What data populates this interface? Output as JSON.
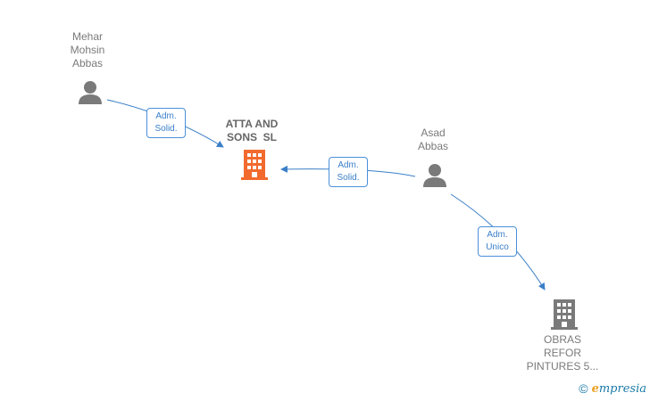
{
  "nodes": {
    "mehar": {
      "lines": [
        "Mehar",
        "Mohsin",
        "Abbas"
      ]
    },
    "atta": {
      "lines": [
        "ATTA AND",
        "SONS  SL"
      ]
    },
    "asad": {
      "lines": [
        "Asad",
        "Abbas"
      ]
    },
    "obras": {
      "lines": [
        "OBRAS",
        "REFOR",
        "PINTURES 5..."
      ]
    }
  },
  "edges": {
    "mehar_atta": {
      "lines": [
        "Adm.",
        "Solid."
      ]
    },
    "asad_atta": {
      "lines": [
        "Adm.",
        "Solid."
      ]
    },
    "asad_obras": {
      "lines": [
        "Adm.",
        "Unico"
      ]
    }
  },
  "footer": {
    "copyright": "©",
    "brand_initial": "e",
    "brand_rest": "mpresia"
  },
  "colors": {
    "edge": "#3a7fc8",
    "person": "#7a7a7a",
    "company_main": "#f26a2e",
    "company": "#7a7a7a"
  },
  "icons": {
    "person": "person-icon",
    "company": "building-icon"
  }
}
